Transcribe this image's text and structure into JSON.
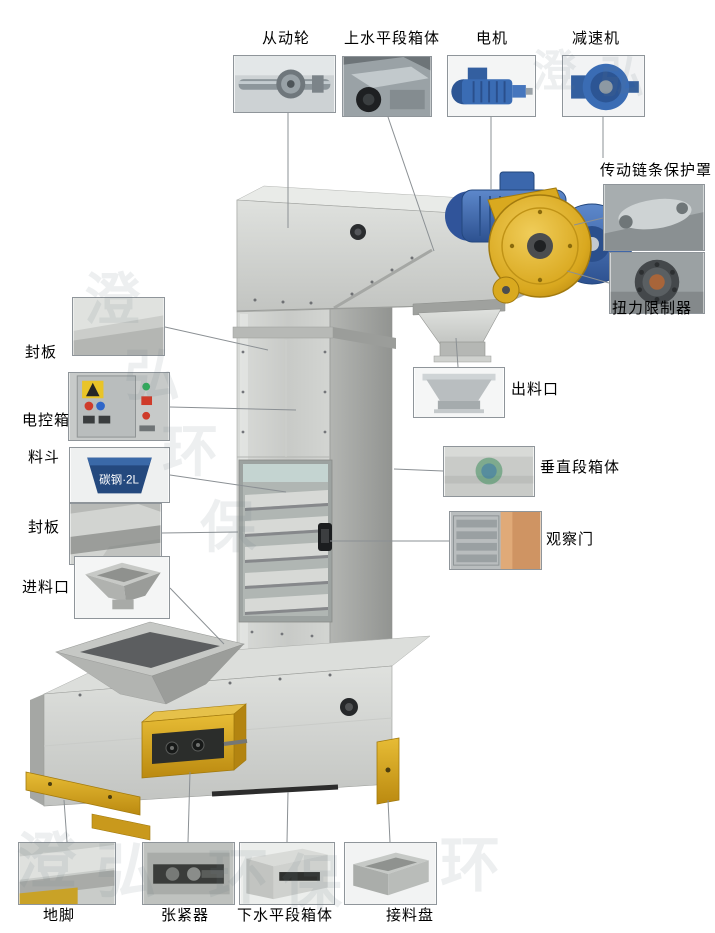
{
  "watermark": {
    "c0": "澄",
    "c1": "弘",
    "c2": "环",
    "c3": "保"
  },
  "bucket_text": "碳钢·2L",
  "callouts": {
    "driven_wheel": {
      "label": "从动轮"
    },
    "upper_box": {
      "label": "上水平段箱体"
    },
    "motor": {
      "label": "电机"
    },
    "reducer": {
      "label": "减速机"
    },
    "chain_guard": {
      "label": "传动链条保护罩"
    },
    "torque_limiter": {
      "label": "扭力限制器"
    },
    "outlet": {
      "label": "出料口"
    },
    "vertical_box": {
      "label": "垂直段箱体"
    },
    "inspection_door": {
      "label": "观察门"
    },
    "seal_plate_top": {
      "label": "封板"
    },
    "control_box": {
      "label": "电控箱"
    },
    "bucket": {
      "label": "料斗"
    },
    "seal_plate_bottom": {
      "label": "封板"
    },
    "inlet": {
      "label": "进料口"
    },
    "foot": {
      "label": "地脚"
    },
    "tensioner": {
      "label": "张紧器"
    },
    "lower_box": {
      "label": "下水平段箱体"
    },
    "tray": {
      "label": "接料盘"
    }
  }
}
